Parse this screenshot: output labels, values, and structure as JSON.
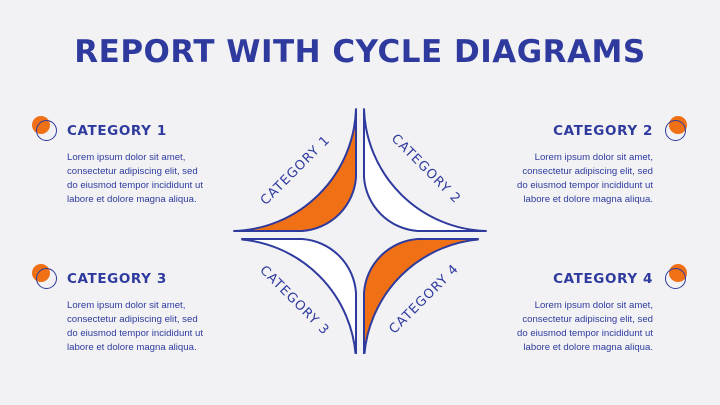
{
  "title": "REPORT WITH CYCLE DIAGRAMS",
  "colors": {
    "navy": "#2e3a9e",
    "orange": "#f07015",
    "light": "#ffffff",
    "background": "#f2f2f4"
  },
  "blocks": [
    {
      "heading": "CATEGORY 1",
      "lines": [
        "Lorem ipsum dolor sit amet,",
        "consectetur adipiscing elit, sed",
        "do eiusmod tempor incididunt ut",
        "labore et dolore magna aliqua."
      ]
    },
    {
      "heading": "CATEGORY 2",
      "lines": [
        "Lorem ipsum dolor sit amet,",
        "consectetur adipiscing elit, sed",
        "do eiusmod tempor incididunt ut",
        "labore et dolore magna aliqua."
      ]
    },
    {
      "heading": "CATEGORY 3",
      "lines": [
        "Lorem ipsum dolor sit amet,",
        "consectetur adipiscing elit, sed",
        "do eiusmod tempor incididunt ut",
        "labore et dolore magna aliqua."
      ]
    },
    {
      "heading": "CATEGORY 4",
      "lines": [
        "Lorem ipsum dolor sit amet,",
        "consectetur adipiscing elit, sed",
        "do eiusmod tempor incididunt ut",
        "labore et dolore magna aliqua."
      ]
    }
  ],
  "cycle": [
    {
      "label": "CATEGORY 1",
      "fill": "light"
    },
    {
      "label": "CATEGORY 2",
      "fill": "orange"
    },
    {
      "label": "CATEGORY 3",
      "fill": "orange"
    },
    {
      "label": "CATEGORY 4",
      "fill": "light"
    }
  ]
}
